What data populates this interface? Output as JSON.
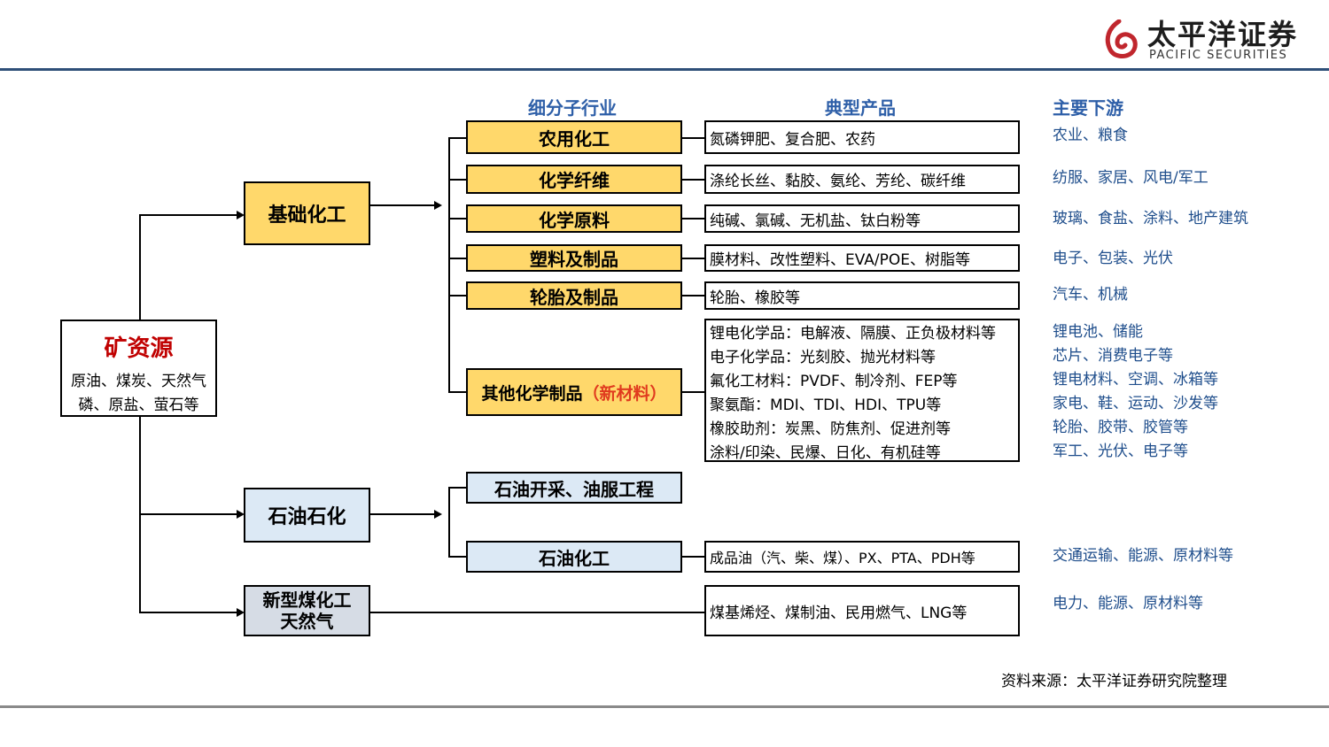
{
  "brand": {
    "name_cn": "太平洋证券",
    "name_en": "PACIFIC SECURITIES",
    "logo_color": "#c0262d",
    "header_line_color": "#2e4f78"
  },
  "column_headers": {
    "subindustry": "细分子行业",
    "products": "典型产品",
    "downstream": "主要下游"
  },
  "source_node": {
    "title": "矿资源",
    "line1": "原油、煤炭、天然气",
    "line2": "磷、原盐、萤石等"
  },
  "categories": {
    "basic": "基础化工",
    "petro": "石油石化",
    "coal_line1": "新型煤化工",
    "coal_line2": "天然气"
  },
  "subindustries": [
    {
      "label": "农用化工",
      "products": "氮磷钾肥、复合肥、农药",
      "downstream": "农业、粮食"
    },
    {
      "label": "化学纤维",
      "products": "涤纶长丝、黏胶、氨纶、芳纶、碳纤维",
      "downstream": "纺服、家居、风电/军工"
    },
    {
      "label": "化学原料",
      "products": "纯碱、氯碱、无机盐、钛白粉等",
      "downstream": "玻璃、食盐、涂料、地产建筑"
    },
    {
      "label": "塑料及制品",
      "products": "膜材料、改性塑料、EVA/POE、树脂等",
      "downstream": "电子、包装、光伏"
    },
    {
      "label": "轮胎及制品",
      "products": "轮胎、橡胶等",
      "downstream": "汽车、机械"
    }
  ],
  "other_chemicals": {
    "label": "其他化学制品",
    "highlight": "（新材料）",
    "highlight_color": "#e03a1e",
    "products": [
      "锂电化学品：电解液、隔膜、正负极材料等",
      "电子化学品：光刻胶、抛光材料等",
      "氟化工材料：PVDF、制冷剂、FEP等",
      "聚氨酯：MDI、TDI、HDI、TPU等",
      "橡胶助剂：炭黑、防焦剂、促进剂等",
      "涂料/印染、民爆、日化、有机硅等"
    ],
    "downstream": [
      "锂电池、储能",
      "芯片、消费电子等",
      "锂电材料、空调、冰箱等",
      "家电、鞋、运动、沙发等",
      "轮胎、胶带、胶管等",
      "军工、光伏、电子等"
    ]
  },
  "petro_sub": {
    "exploration": "石油开采、油服工程",
    "chemical": "石油化工",
    "chemical_products": "成品油（汽、柴、煤）、PX、PTA、PDH等",
    "chemical_downstream": "交通运输、能源、原材料等"
  },
  "coal": {
    "products": "煤基烯烃、煤制油、民用燃气、LNG等",
    "downstream": "电力、能源、原材料等"
  },
  "footer": {
    "source": "资料来源：太平洋证券研究院整理"
  },
  "colors": {
    "yellow_fill": "#ffd86b",
    "blue_fill": "#dce9f5",
    "gray_fill": "#d6dce5",
    "source_title": "#c00000",
    "header_text": "#2e5fa8",
    "downstream_text": "#1f4e8c"
  }
}
